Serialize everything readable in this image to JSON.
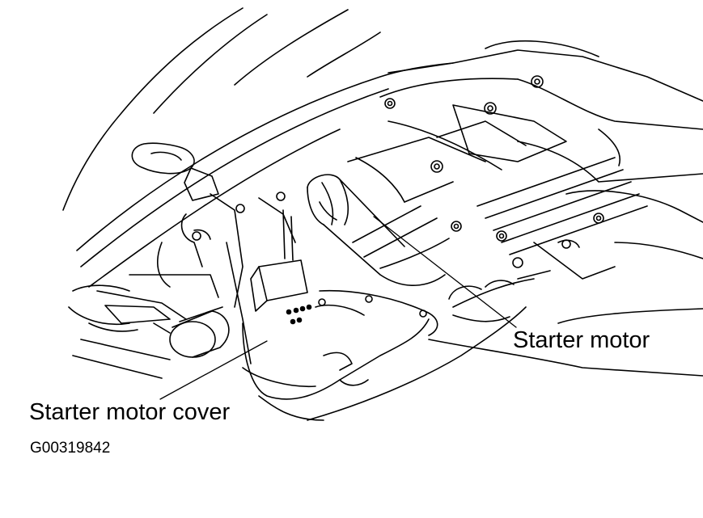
{
  "figure": {
    "callouts": {
      "starter_motor": "Starter motor",
      "starter_motor_cover": "Starter motor cover"
    },
    "figure_code": "G00319842"
  }
}
